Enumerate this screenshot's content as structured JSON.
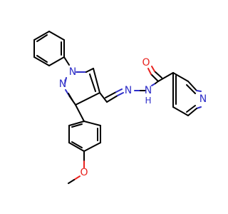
{
  "colors": {
    "carbon_bond": "#000000",
    "nitrogen": "#2e2ec8",
    "oxygen": "#e8221e",
    "background": "#ffffff"
  },
  "atoms": {
    "pyrazole_n1": "N",
    "pyrazole_n2": "N",
    "imine_n": "N",
    "amide_n": "N",
    "amide_h": "H",
    "carbonyl_o": "O",
    "pyridine_n": "N",
    "methoxy_o": "O"
  }
}
